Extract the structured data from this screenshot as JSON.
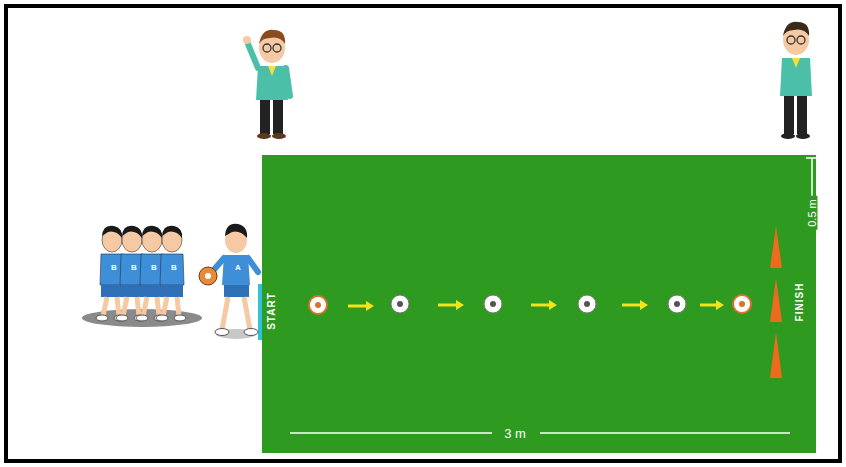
{
  "diagram": {
    "labels": [
      "START",
      "FINISH",
      "3 m",
      "0.5 m",
      "A",
      "B",
      "B",
      "B",
      "B"
    ]
  }
}
